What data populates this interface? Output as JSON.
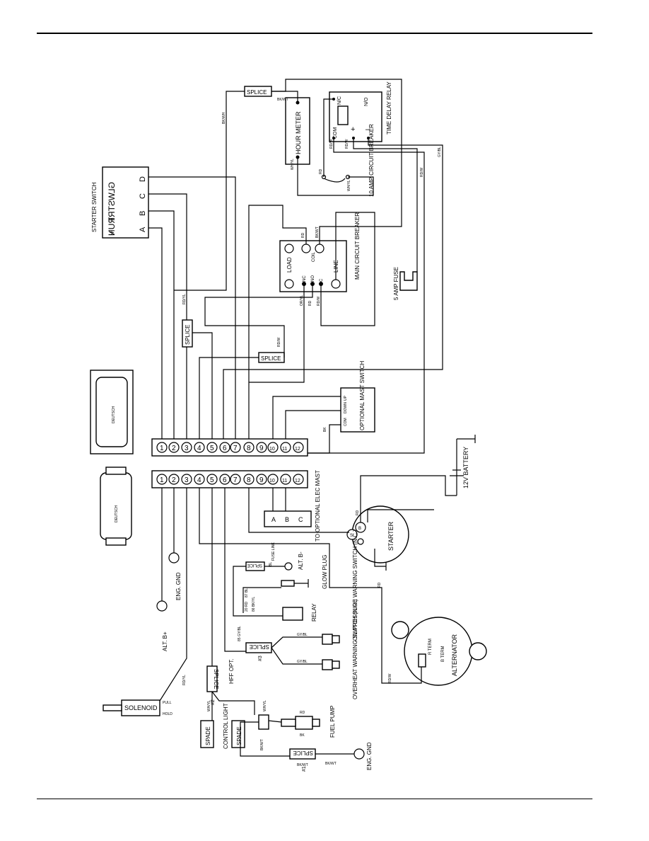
{
  "labels": {
    "starter_switch": "STARTER SWITCH",
    "ss_pos": [
      "+",
      "RUN",
      "STRT",
      "GLW"
    ],
    "ss_letters": [
      "A",
      "B",
      "C",
      "D"
    ],
    "hour_meter": "HOUR METER",
    "time_delay_relay": "TIME DELAY RELAY",
    "tdr_no": "N/O",
    "tdr_nc": "N/C",
    "tdr_plus": "+",
    "tdr_minus": "–",
    "tdr_com": "COM",
    "breaker_10a": "10 AMP CIRCUIT BREAKER",
    "main_cb": "MAIN CIRCUIT BREAKER",
    "main_cb_load": "LOAD",
    "main_cb_line": "LINE",
    "main_cb_coil": "COIL",
    "main_cb_nc": "NC",
    "main_cb_no": "NO",
    "main_cb_c": "C",
    "fuse_5a": "5 AMP FUSE",
    "mast_switch": "OPTIONAL MAST SWITCH",
    "mast_pins": [
      "UP",
      "DOWN",
      "COM"
    ],
    "deutsch": "DEUTSCH",
    "to_mast": "TO OPTIONAL ELEC MAST",
    "abc": [
      "A",
      "B",
      "C"
    ],
    "battery": "12V BATTERY",
    "starter": "STARTER",
    "starter_s": "S",
    "starter_b": "B",
    "alternator": "ALTERNATOR",
    "alt_r": "R TERM",
    "alt_b": "B TERM",
    "alt_b_plus": "ALT. B+",
    "alt_b_minus": "ALT. B-",
    "eng_gnd": "ENG. GND",
    "glow_plug": "GLOW PLUG",
    "relay": "RELAY",
    "oil_switch": "OIL PRESSURE WARNING SWITCH (N.C.)",
    "overheat_switch": "OVERHEAT WARNING SWITCH (N.O.)",
    "splice": "SPLICE",
    "splice_3": "#3",
    "splice_2": "#2",
    "splice_1": "#1",
    "hff": "HFF OPT.",
    "solenoid": "SOLENOID",
    "sol_pull": "PULL",
    "sol_hold": "HOLD",
    "control_light": "CONTROL LIGHT",
    "spade": "SPADE",
    "fuel_pump": "FUEL PUMP",
    "fuse_link": "FUSE LINK"
  },
  "wires": [
    "RD/WT",
    "BK/WT",
    "RD/YL",
    "RD/W",
    "WH/YL",
    "GY/BL",
    "BK/YL",
    "OR/YL",
    "BN",
    "BK/W"
  ],
  "small_labels": {
    "bkwt": "BK/WT",
    "bkwh": "BK/WH",
    "whyl": "WH/YL",
    "rd": "RD",
    "rdw": "RD/W",
    "gybl": "GY/BL",
    "oryl": "OR/YL",
    "bk": "BK",
    "bl": "BL",
    "rdyl": "RD/YL",
    "r20": "20 RD",
    "bk86": "86 BK/YL",
    "bl87": "87 BL",
    "gybl85": "85 GY/BL"
  }
}
